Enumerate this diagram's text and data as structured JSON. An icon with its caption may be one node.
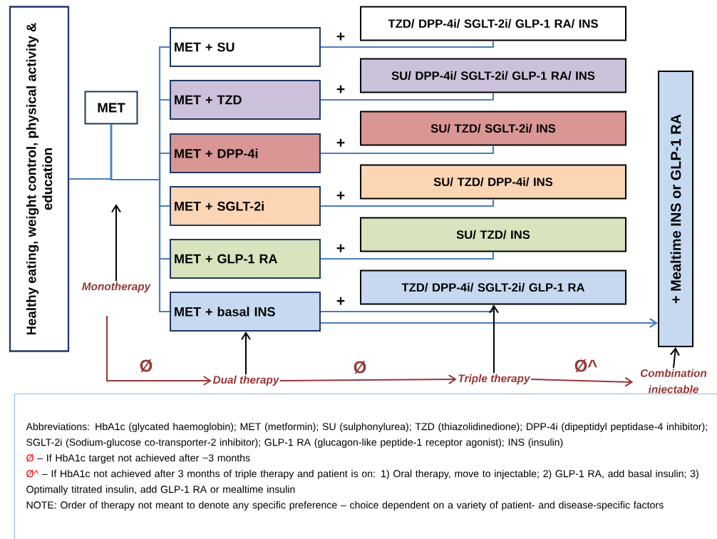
{
  "diagram": {
    "nodes": [
      {
        "text": [
          "Healthy eating, weight control, physical activity & education"
        ]
      },
      {
        "text": [
          "MET"
        ]
      },
      {
        "text": [
          "MET + SU"
        ]
      },
      {
        "text": [
          "MET + TZD"
        ]
      },
      {
        "text": [
          "MET + DPP-4i"
        ]
      },
      {
        "text": [
          "MET + SGLT-2i"
        ]
      },
      {
        "text": [
          "MET + GLP-1 RA"
        ]
      },
      {
        "text": [
          "MET + basal INS"
        ]
      },
      {
        "text": [
          "TZD/ DPP-4i/ SGLT-2i/ GLP-1 RA/ INS"
        ]
      },
      {
        "text": [
          "SU/ DPP-4i/ SGLT-2i/ GLP-1 RA/ INS"
        ]
      },
      {
        "text": [
          "SU/ TZD/ SGLT-2i/ INS"
        ]
      },
      {
        "text": [
          "SU/ TZD/ DPP-4i/ INS"
        ]
      },
      {
        "text": [
          "SU/ TZD/ INS"
        ]
      },
      {
        "text": [
          "TZD/ DPP-4i/ SGLT-2i/ GLP-1 RA"
        ]
      },
      {
        "text": [
          "+ Mealtime INS or GLP-1 RA"
        ]
      },
      {
        "text": [
          "Monotherapy"
        ]
      },
      {
        "text": [
          "Dual therapy"
        ]
      },
      {
        "text": [
          "Triple therapy"
        ]
      },
      {
        "text": [
          "Combination injectable"
        ]
      },
      {
        "text": [
          "Abbreviations: HbA1c (glycated haemoglobin); MET (metformin); SU (sulphonylurea); TZD (thiazolidinedione); DPP-4i (dipeptidyl peptidase-4 inhibitor); SGLT-2i (Sodium-glucose co-transporter-2 inhibitor); GLP-1 RA (glucagon-like peptide-1 receptor agonist); INS (insulin)",
          "Ø",
          "– If HbA1c target not achieved after ~3 months",
          "Ø^",
          "– If HbA1c not achieved after 3 months of triple therapy and patient is on: 1) Oral therapy, move to injectable; 2) GLP-1 RA, add basal insulin; 3) Optimally titrated insulin, add GLP-1 RA or mealtime insulin",
          "NOTE: Order of therapy not meant to denote any specific preference – choice dependent on a variety of patient- and disease-specific factors"
        ]
      }
    ],
    "edges": [
      {
        "from": 0,
        "to": 1,
        "arrow": "none"
      },
      {
        "from": 1,
        "to": 2,
        "arrow": "none"
      },
      {
        "from": 1,
        "to": 3,
        "arrow": "none"
      },
      {
        "from": 1,
        "to": 4,
        "arrow": "none"
      },
      {
        "from": 1,
        "to": 5,
        "arrow": "none"
      },
      {
        "from": 1,
        "to": 6,
        "arrow": "none"
      },
      {
        "from": 1,
        "to": 7,
        "arrow": "none"
      },
      {
        "from": 2,
        "to": 8,
        "arrow": "none",
        "label": "+"
      },
      {
        "from": 3,
        "to": 9,
        "arrow": "none",
        "label": "+"
      },
      {
        "from": 4,
        "to": 10,
        "arrow": "none",
        "label": "+"
      },
      {
        "from": 5,
        "to": 11,
        "arrow": "none",
        "label": "+"
      },
      {
        "from": 6,
        "to": 12,
        "arrow": "none",
        "label": "+"
      },
      {
        "from": 7,
        "to": 13,
        "arrow": "none",
        "label": "+"
      },
      {
        "from": 7,
        "to": 14,
        "arrow": "to"
      },
      {
        "from": 15,
        "to": null,
        "arrow": "to",
        "color": "#000000"
      },
      {
        "from": 16,
        "to": 7,
        "arrow": "to",
        "color": "#000000"
      },
      {
        "from": 17,
        "to": 13,
        "arrow": "to",
        "color": "#000000"
      },
      {
        "from": 18,
        "to": 14,
        "arrow": "to",
        "color": "#000000"
      },
      {
        "from": null,
        "to": 16,
        "arrow": "to",
        "color": "#953735",
        "label": "Ø"
      },
      {
        "from": 16,
        "to": 17,
        "arrow": "to",
        "color": "#953735",
        "label": "Ø"
      },
      {
        "from": 17,
        "to": 18,
        "arrow": "to",
        "color": "#953735",
        "label": "Ø^"
      }
    ]
  }
}
